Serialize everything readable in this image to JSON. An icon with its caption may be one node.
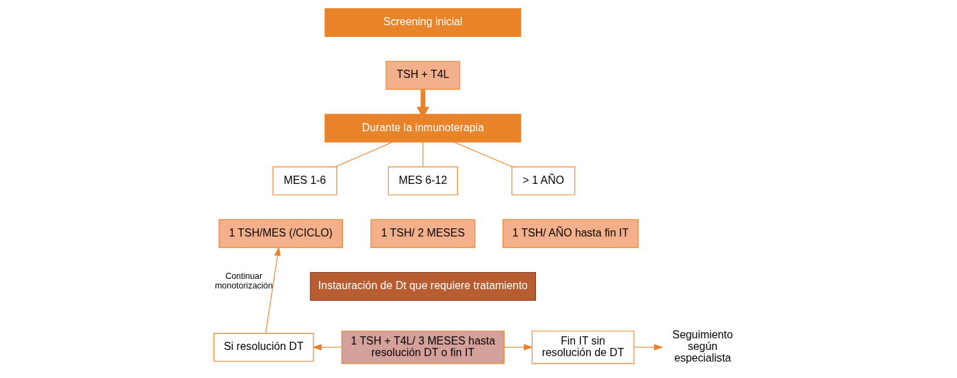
{
  "diagram": {
    "nodes": [
      {
        "text": [
          "Screening inicial"
        ]
      },
      {
        "text": [
          "TSH + T4L"
        ]
      },
      {
        "text": [
          "Durante la inmunoterapia"
        ]
      },
      {
        "text": [
          "MES 1-6"
        ]
      },
      {
        "text": [
          "MES 6-12"
        ]
      },
      {
        "text": [
          "> 1 AÑO"
        ]
      },
      {
        "text": [
          "1 TSH/MES (/CICLO)"
        ]
      },
      {
        "text": [
          "1 TSH/ 2 MESES"
        ]
      },
      {
        "text": [
          "1 TSH/ AÑO hasta fin IT"
        ]
      },
      {
        "text": [
          "Instauración de Dt que requiere tratamiento"
        ]
      },
      {
        "text": [
          "Si resolución DT"
        ]
      },
      {
        "text": [
          "1 TSH + T4L/ 3 MESES hasta resolución DT o fin IT"
        ]
      },
      {
        "text": [
          "Fin IT sin resolución de DT"
        ]
      },
      {
        "text": [
          "Seguimiento según especialista"
        ]
      }
    ],
    "edges": [
      {
        "from": 1,
        "to": 2,
        "arrow": "to",
        "style": "thick"
      },
      {
        "from": 2,
        "to": 3,
        "arrow": "none"
      },
      {
        "from": 2,
        "to": 4,
        "arrow": "none"
      },
      {
        "from": 2,
        "to": 5,
        "arrow": "none"
      },
      {
        "from": 11,
        "to": 10,
        "arrow": "to"
      },
      {
        "from": 10,
        "to": 6,
        "arrow": "to",
        "label": "Continuar monotorización"
      },
      {
        "from": 11,
        "to": 12,
        "arrow": "to"
      },
      {
        "from": 12,
        "to": 13,
        "arrow": "to"
      }
    ]
  }
}
